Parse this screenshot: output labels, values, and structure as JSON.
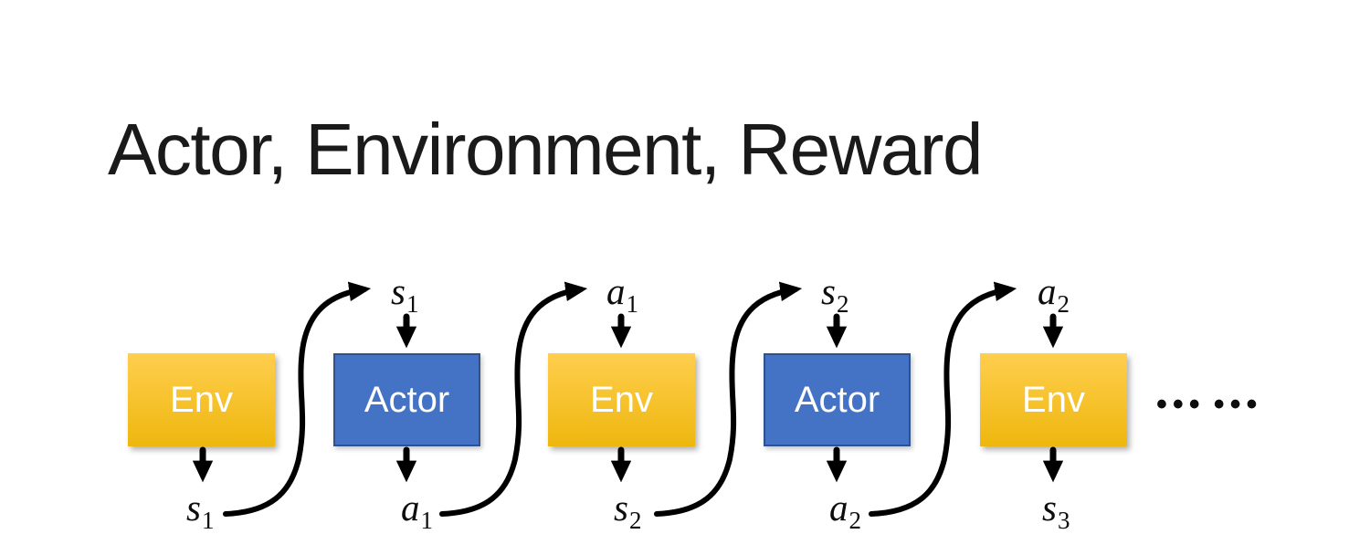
{
  "title": "Actor, Environment, Reward",
  "colors": {
    "bg": "#ffffff",
    "title_color": "#1a1a1a",
    "env_top": "#ffce4e",
    "env_bottom": "#eeb70e",
    "actor_fill": "#4472c4",
    "actor_border": "#2f528f",
    "box_text": "#ffffff",
    "arrow_color": "#000000",
    "label_color": "#0d0d0d"
  },
  "diagram": {
    "nodes": [
      {
        "label": "Env",
        "type": "env"
      },
      {
        "label": "Actor",
        "type": "actor"
      },
      {
        "label": "Env",
        "type": "env"
      },
      {
        "label": "Actor",
        "type": "actor"
      },
      {
        "label": "Env",
        "type": "env"
      }
    ],
    "top_labels": [
      {
        "base": "s",
        "sub": "1"
      },
      {
        "base": "a",
        "sub": "1"
      },
      {
        "base": "s",
        "sub": "2"
      },
      {
        "base": "a",
        "sub": "2"
      }
    ],
    "bottom_labels": [
      {
        "base": "s",
        "sub": "1"
      },
      {
        "base": "a",
        "sub": "1"
      },
      {
        "base": "s",
        "sub": "2"
      },
      {
        "base": "a",
        "sub": "2"
      },
      {
        "base": "s",
        "sub": "3"
      }
    ],
    "ellipsis_groups": [
      "•••",
      "•••"
    ]
  }
}
